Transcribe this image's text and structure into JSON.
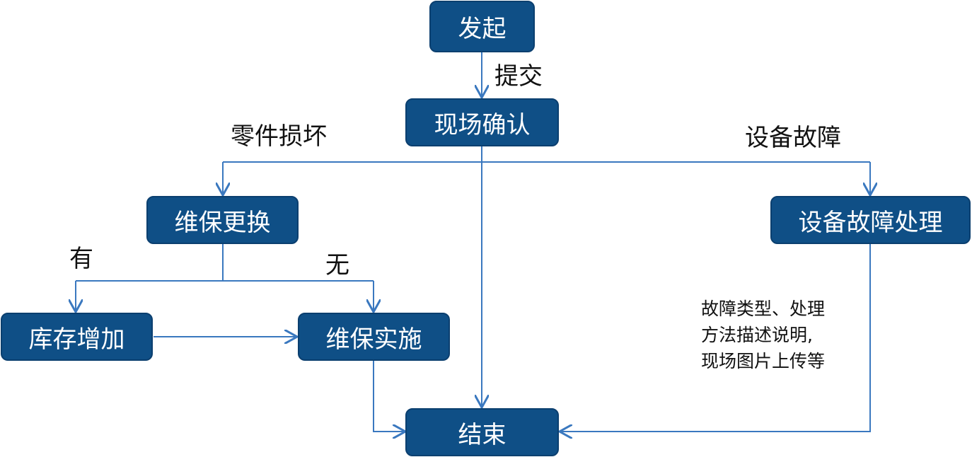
{
  "colors": {
    "node_fill": "#0f4f86",
    "node_border": "#0b3f6f",
    "connector": "#3a78bf",
    "text_dark": "#111111",
    "node_text": "#ffffff"
  },
  "nodes": {
    "start": "发起",
    "onsite_confirm": "现场确认",
    "maintenance_replace": "维保更换",
    "device_fault_handle": "设备故障处理",
    "inventory_add": "库存增加",
    "maintenance_execute": "维保实施",
    "end": "结束"
  },
  "edge_labels": {
    "submit": "提交",
    "part_damaged": "零件损坏",
    "device_fault": "设备故障",
    "have": "有",
    "none": "无"
  },
  "note": {
    "line1": "故障类型、处理",
    "line2": "方法描述说明,",
    "line3": "现场图片上传等"
  }
}
